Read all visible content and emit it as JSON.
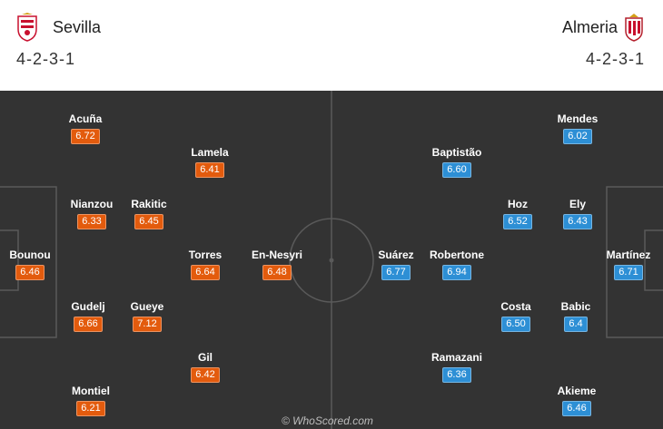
{
  "home": {
    "name": "Sevilla",
    "formation": "4-2-3-1",
    "color": "#e35b0d",
    "players": [
      {
        "name": "Acuña",
        "rating": "6.72"
      },
      {
        "name": "Lamela",
        "rating": "6.41"
      },
      {
        "name": "Nianzou",
        "rating": "6.33"
      },
      {
        "name": "Rakitic",
        "rating": "6.45"
      },
      {
        "name": "Bounou",
        "rating": "6.46"
      },
      {
        "name": "Torres",
        "rating": "6.64"
      },
      {
        "name": "En-Nesyri",
        "rating": "6.48"
      },
      {
        "name": "Gudelj",
        "rating": "6.66"
      },
      {
        "name": "Gueye",
        "rating": "7.12"
      },
      {
        "name": "Gil",
        "rating": "6.42"
      },
      {
        "name": "Montiel",
        "rating": "6.21"
      }
    ]
  },
  "away": {
    "name": "Almeria",
    "formation": "4-2-3-1",
    "color": "#2d8fd5",
    "players": [
      {
        "name": "Mendes",
        "rating": "6.02"
      },
      {
        "name": "Baptistão",
        "rating": "6.60"
      },
      {
        "name": "Hoz",
        "rating": "6.52"
      },
      {
        "name": "Ely",
        "rating": "6.43"
      },
      {
        "name": "Suárez",
        "rating": "6.77"
      },
      {
        "name": "Robertone",
        "rating": "6.94"
      },
      {
        "name": "Martínez",
        "rating": "6.71"
      },
      {
        "name": "Costa",
        "rating": "6.50"
      },
      {
        "name": "Babic",
        "rating": "6.4"
      },
      {
        "name": "Ramazani",
        "rating": "6.36"
      },
      {
        "name": "Akieme",
        "rating": "6.46"
      }
    ]
  },
  "pitch_color": "#333333",
  "credit": "© WhoScored.com",
  "icons": {
    "home_crest": "sevilla-crest-icon",
    "away_crest": "almeria-crest-icon"
  }
}
